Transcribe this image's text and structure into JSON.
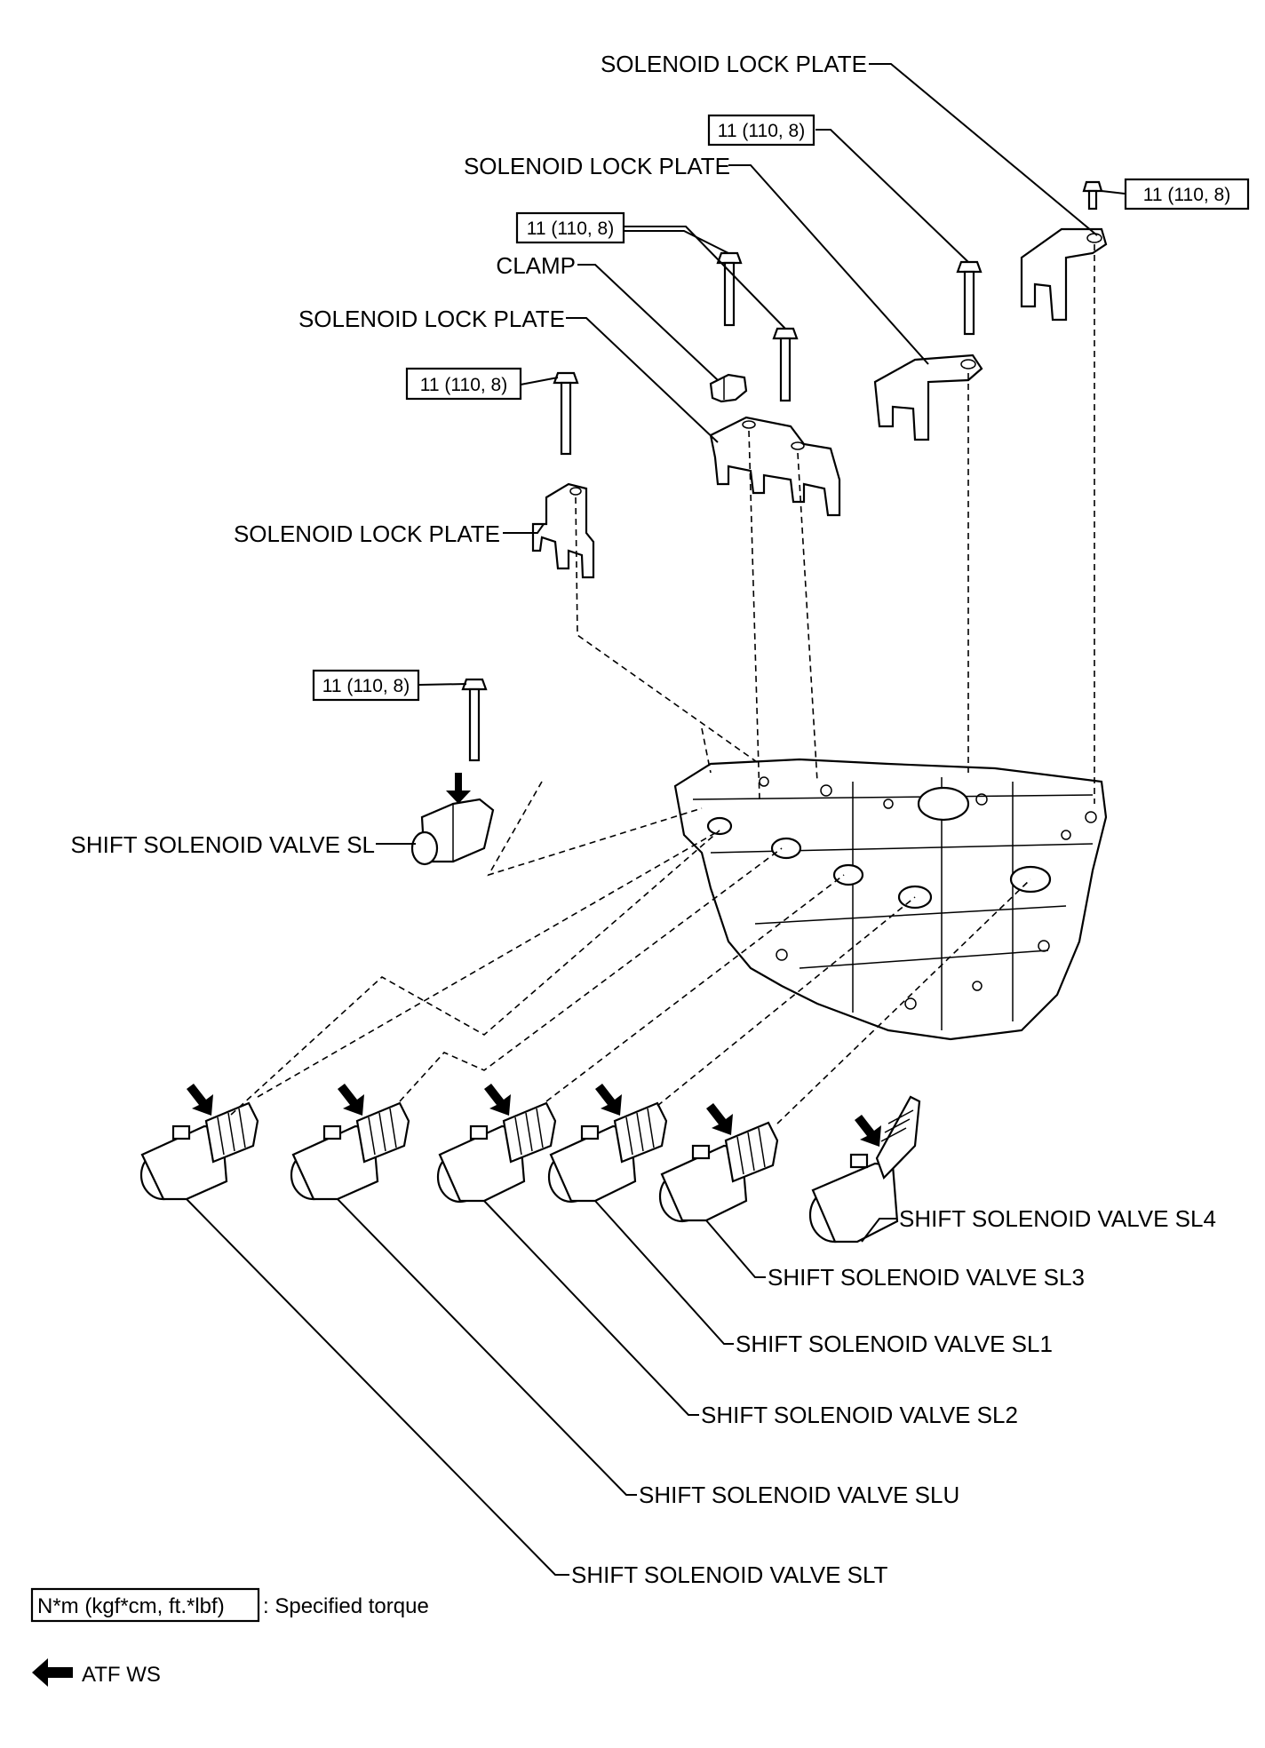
{
  "labels": {
    "lock_plate_top": "SOLENOID LOCK PLATE",
    "lock_plate_second": "SOLENOID LOCK PLATE",
    "clamp": "CLAMP",
    "lock_plate_mid": "SOLENOID LOCK PLATE",
    "lock_plate_left": "SOLENOID LOCK PLATE",
    "valve_sl": "SHIFT SOLENOID VALVE SL",
    "valve_sl4": "SHIFT SOLENOID VALVE SL4",
    "valve_sl3": "SHIFT SOLENOID VALVE SL3",
    "valve_sl1": "SHIFT SOLENOID VALVE SL1",
    "valve_sl2": "SHIFT SOLENOID VALVE SL2",
    "valve_slu": "SHIFT SOLENOID VALVE SLU",
    "valve_slt": "SHIFT SOLENOID VALVE SLT"
  },
  "torque": {
    "t1": "11 (110, 8)",
    "t2": "11 (110, 8)",
    "t3": "11 (110, 8)",
    "t4": "11 (110, 8)",
    "t5": "11 (110, 8)"
  },
  "legend": {
    "torque_key": "N*m (kgf*cm, ft.*lbf)",
    "torque_text": ": Specified torque",
    "fluid_text": "ATF WS"
  },
  "icons": {
    "bolt": "bolt-icon",
    "solenoid": "solenoid-valve-icon",
    "lock_plate": "lock-plate-icon",
    "valve_body": "valve-body-icon",
    "clamp": "clamp-icon",
    "arrow": "left-arrow-icon"
  }
}
